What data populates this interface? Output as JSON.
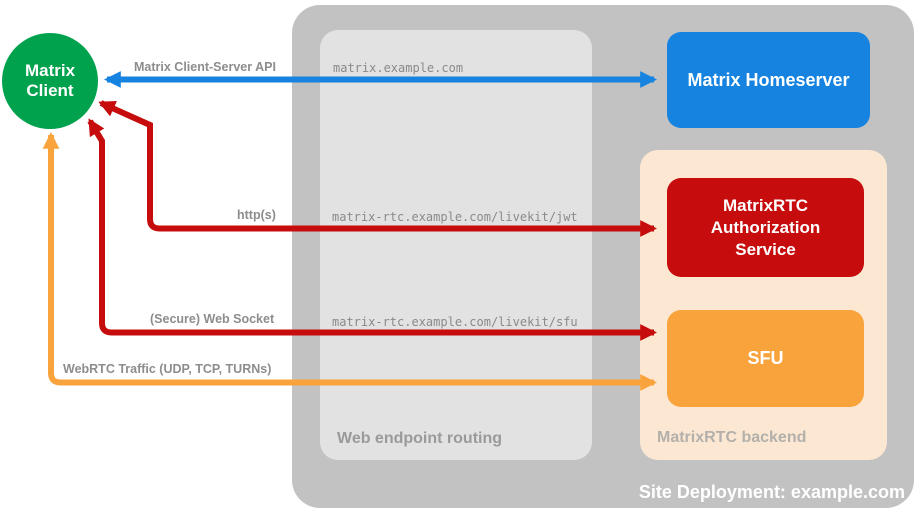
{
  "client": {
    "name_line1": "Matrix",
    "name_line2": "Client",
    "color": "#00A24E"
  },
  "homeserver": {
    "label": "Matrix Homeserver",
    "color": "#1583DF"
  },
  "routing": {
    "label": "Web endpoint routing",
    "bg": "#E2E2E2",
    "endpoints": {
      "homeserver": "matrix.example.com",
      "jwt": "matrix-rtc.example.com/livekit/jwt",
      "sfu": "matrix-rtc.example.com/livekit/sfu"
    }
  },
  "backend": {
    "label": "MatrixRTC backend",
    "bg": "#FCE8D2",
    "auth_service": {
      "label": "MatrixRTC Authorization Service",
      "color": "#C60C0C"
    },
    "sfu": {
      "label": "SFU",
      "color": "#F9A33C"
    }
  },
  "site": {
    "label": "Site Deployment: example.com",
    "bg": "#C2C2C2"
  },
  "arrows": {
    "client_server_api": {
      "label": "Matrix Client-Server API",
      "color": "#1583DF"
    },
    "http": {
      "label": "http(s)",
      "color": "#C60C0C"
    },
    "websocket": {
      "label": "(Secure) Web Socket",
      "color": "#C60C0C"
    },
    "webrtc": {
      "label": "WebRTC Traffic (UDP, TCP, TURNs)",
      "color": "#F9A33C"
    }
  }
}
